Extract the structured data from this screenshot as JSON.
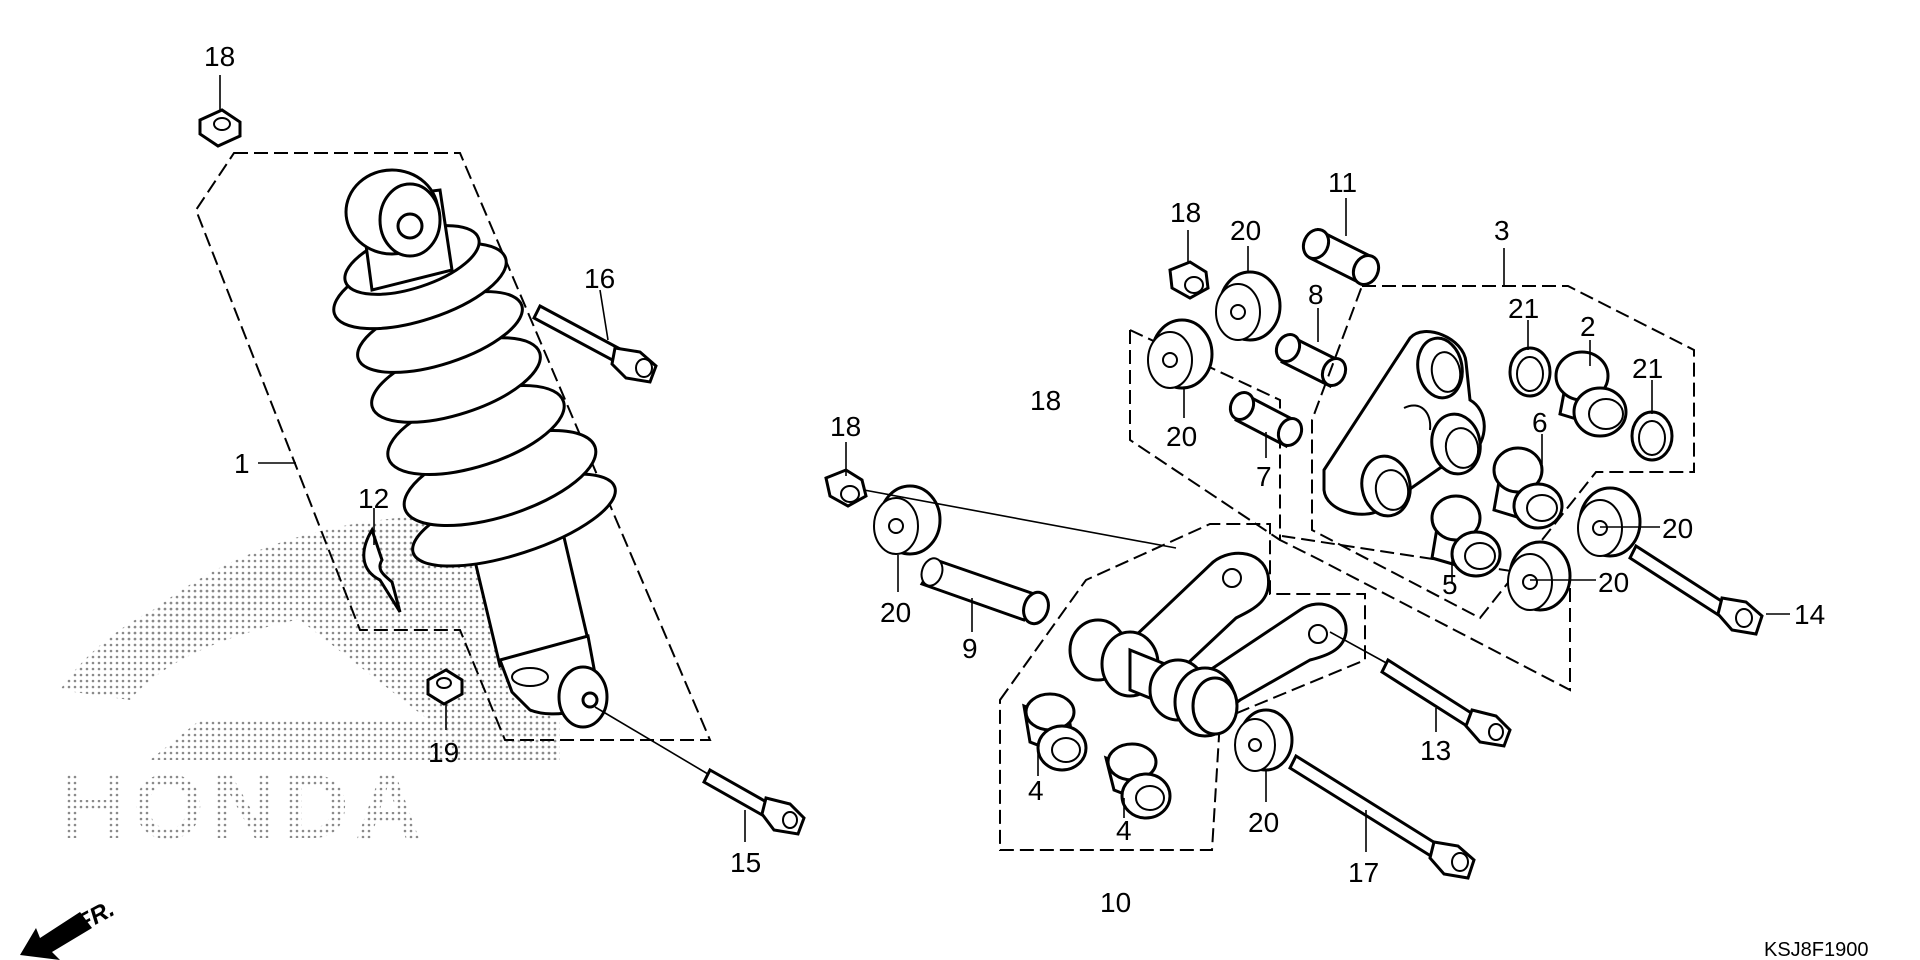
{
  "diagram": {
    "watermark": "HONDA",
    "direction_label": "FR.",
    "code": "KSJ8F1900",
    "callouts": [
      "1",
      "2",
      "3",
      "4",
      "4",
      "5",
      "6",
      "7",
      "8",
      "9",
      "10",
      "11",
      "12",
      "13",
      "14",
      "15",
      "16",
      "17",
      "18",
      "18",
      "18",
      "18",
      "19",
      "20",
      "20",
      "20",
      "20",
      "20",
      "20",
      "21",
      "21"
    ]
  }
}
